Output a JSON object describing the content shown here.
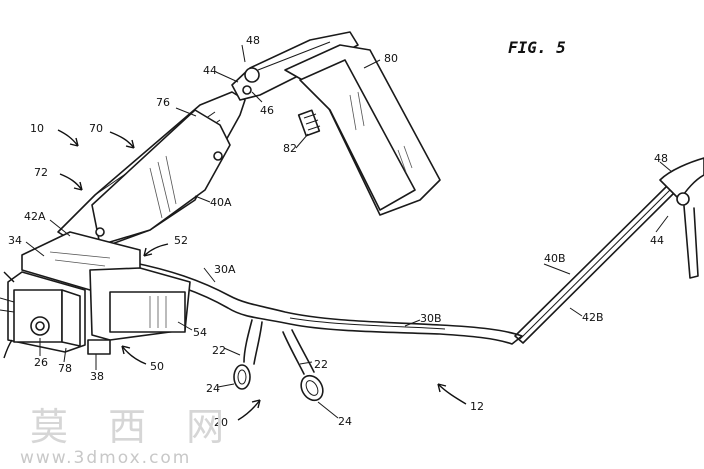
{
  "figure_label": "FIG. 5",
  "labels": {
    "l10": "10",
    "l12": "12",
    "l20": "20",
    "l22a": "22",
    "l22b": "22",
    "l24a": "24",
    "l24b": "24",
    "l26": "26",
    "l30a": "30A",
    "l30b": "30B",
    "l34": "34",
    "l38": "38",
    "l40a": "40A",
    "l40b": "40B",
    "l42a": "42A",
    "l42b": "42B",
    "l44a": "44",
    "l44b": "44",
    "l46": "46",
    "l48a": "48",
    "l48b": "48",
    "l50": "50",
    "l52": "52",
    "l54": "54",
    "l70": "70",
    "l72": "72",
    "l76": "76",
    "l78": "78",
    "l80": "80",
    "l82": "82"
  },
  "watermark": {
    "site_name": "莫 西 网",
    "url": "www.3dmox.com"
  }
}
